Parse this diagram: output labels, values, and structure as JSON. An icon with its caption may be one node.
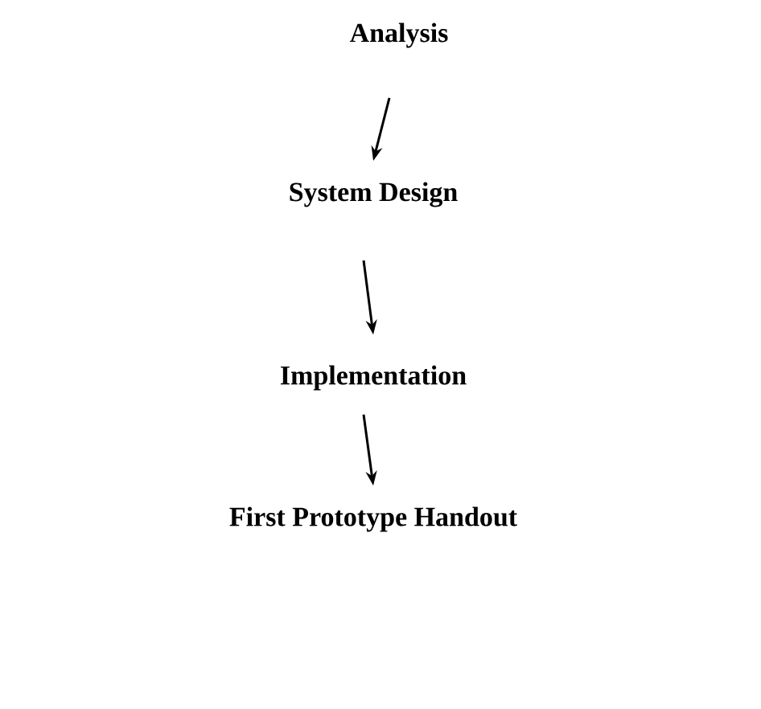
{
  "diagram": {
    "nodes": [
      {
        "text": [
          "Analysis"
        ]
      },
      {
        "text": [
          "System Design"
        ]
      },
      {
        "text": [
          "Implementation"
        ]
      },
      {
        "text": [
          "First Prototype Handout"
        ]
      }
    ],
    "edges": [
      {
        "from": 0,
        "to": 1,
        "arrow": "to"
      },
      {
        "from": 1,
        "to": 2,
        "arrow": "to"
      },
      {
        "from": 2,
        "to": 3,
        "arrow": "to"
      }
    ]
  }
}
